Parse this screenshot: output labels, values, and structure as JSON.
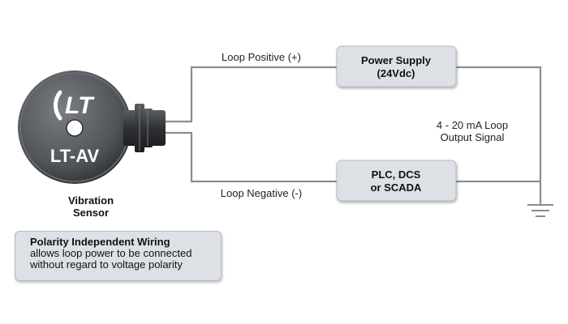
{
  "sensor": {
    "logo_text": "LT",
    "model": "LT-AV",
    "label_line1": "Vibration",
    "label_line2": "Sensor"
  },
  "power_supply": {
    "line1": "Power Supply",
    "line2": "(24Vdc)"
  },
  "controller": {
    "line1": "PLC, DCS",
    "line2": "or SCADA"
  },
  "wires": {
    "positive_label": "Loop Positive (+)",
    "negative_label": "Loop Negative (-)"
  },
  "signal": {
    "line1": "4 - 20 mA Loop",
    "line2": "Output Signal"
  },
  "note": {
    "title": "Polarity Independent Wiring",
    "line1": "allows loop power to be connected",
    "line2": "without regard to voltage polarity"
  },
  "colors": {
    "wire": "#8a8d90",
    "box_fill": "#dde1e6",
    "sensor_body": "#55585c",
    "connector": "#3b3d40"
  }
}
